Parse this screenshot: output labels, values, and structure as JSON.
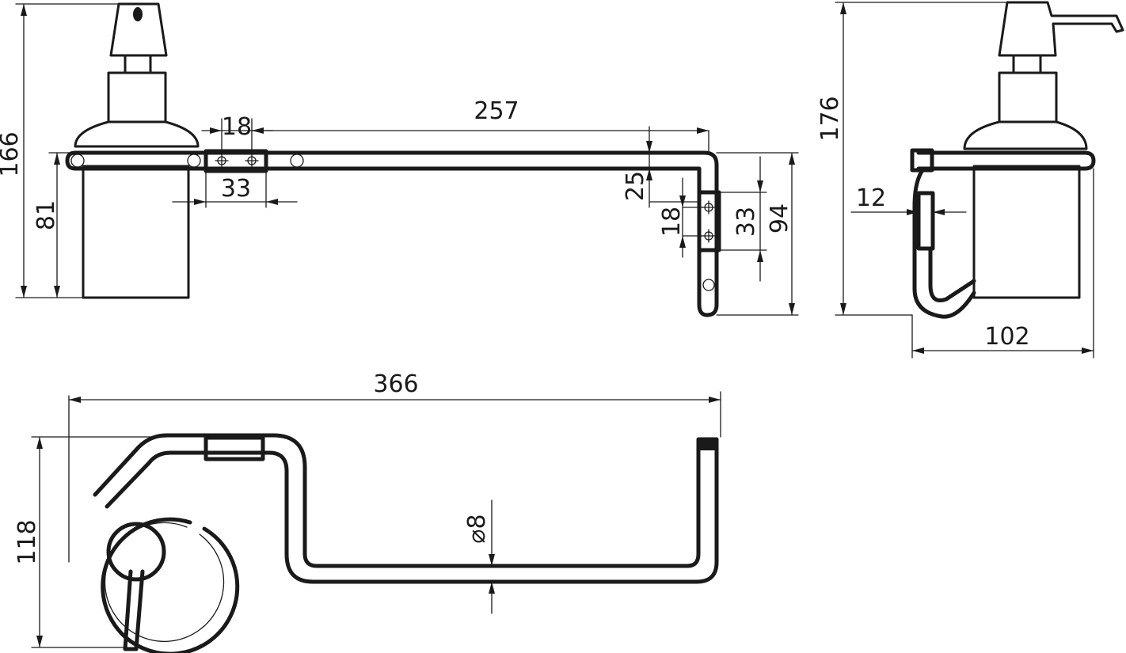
{
  "drawing": {
    "type": "technical-drawing",
    "subject": "wall-mounted soap dispenser with towel rail",
    "views": [
      "front",
      "side",
      "top"
    ],
    "ink_color": "#1a1a1a",
    "background": "#ffffff"
  },
  "dimensions": {
    "overall_height_front": "166",
    "bottle_height": "81",
    "hole_spacing_top": "18",
    "bracket_width_top": "33",
    "rail_length": "257",
    "rail_drop": "25",
    "hole_spacing_right": "18",
    "bracket_width_right": "33",
    "total_depth_right": "94",
    "overall_height_side": "176",
    "bracket_thickness_side": "12",
    "overall_width_side": "102",
    "overall_length_top": "366",
    "overall_depth_top": "118",
    "rod_diameter": "⌀8"
  }
}
